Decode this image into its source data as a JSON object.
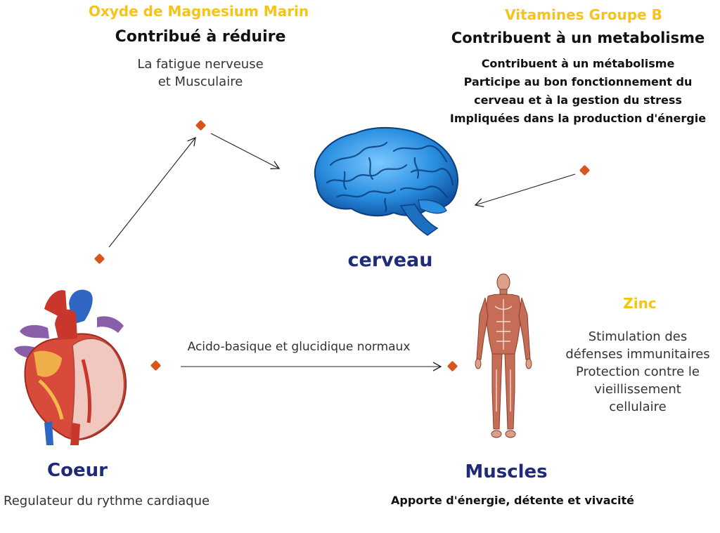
{
  "magnesium": {
    "title": "Oxyde de Magnesium Marin",
    "subtitle": "Contribué à réduire",
    "lines": [
      "La fatigue nerveuse",
      "et Musculaire"
    ]
  },
  "vitamins": {
    "title": "Vitamines Groupe B",
    "subtitle": "Contribuent à un metabolisme",
    "lines": [
      "Contribuent à un métabolisme",
      "Participe au bon fonctionnement du",
      "cerveau et à la gestion du stress",
      "Impliquées dans la production d'énergie"
    ]
  },
  "brain": {
    "label": "cerveau"
  },
  "heart": {
    "label": "Coeur",
    "description": "Regulateur du rythme cardiaque"
  },
  "link": {
    "label": "Acido-basique et glucidique normaux"
  },
  "zinc": {
    "title": "Zinc",
    "lines": [
      "Stimulation des",
      "défenses immunitaires",
      "Protection contre le",
      "vieillissement",
      "cellulaire"
    ]
  },
  "muscles": {
    "label": "Muscles",
    "description": "Apporte d'énergie, détente et vivacité"
  },
  "colors": {
    "accent_yellow": "#f5c319",
    "navy": "#1f2a7a",
    "dot_orange": "#d9551e",
    "brain_blue": "#2a8fe0"
  }
}
